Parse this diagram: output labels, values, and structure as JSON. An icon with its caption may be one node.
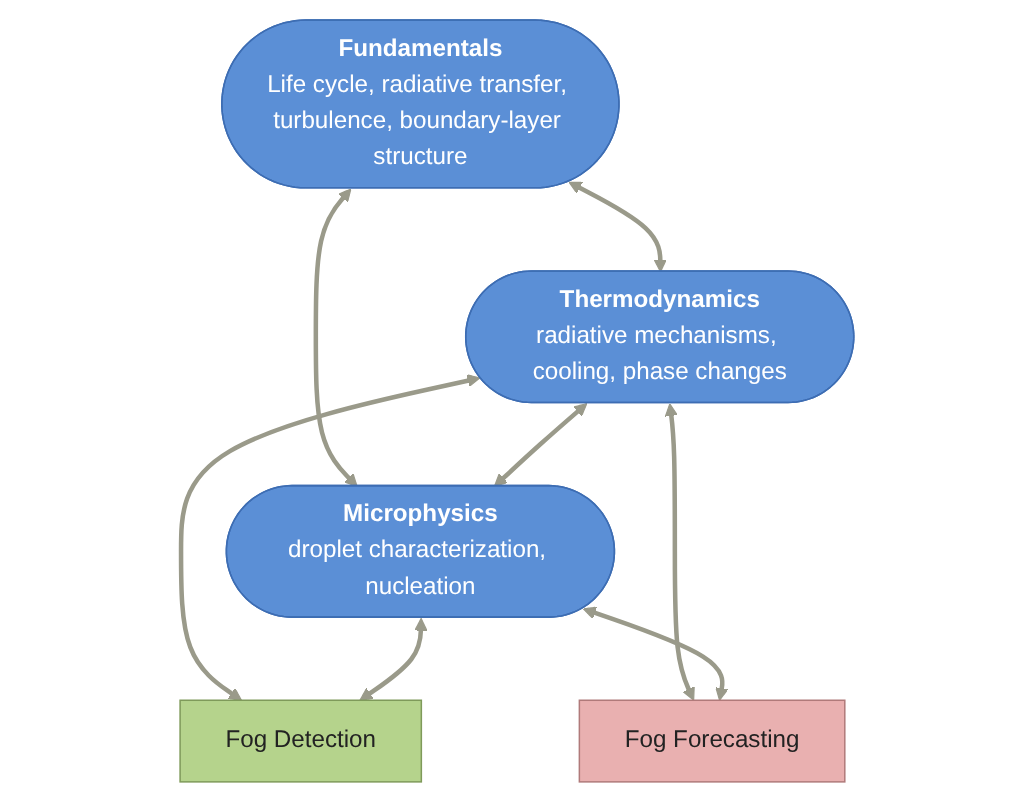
{
  "diagram": {
    "nodes": [
      {
        "text": [
          "Fundamentals",
          "Life cycle, radiative transfer, turbulence, boundary-layer structure"
        ]
      },
      {
        "text": [
          "Thermodynamics",
          "radiative mechanisms, cooling, phase changes"
        ]
      },
      {
        "text": [
          "Microphysics",
          "droplet characterization, nucleation"
        ]
      },
      {
        "text": [
          "Fog Detection"
        ]
      },
      {
        "text": [
          "Fog Forecasting"
        ]
      }
    ],
    "edges": [
      {
        "from": 0,
        "to": 1,
        "arrow": "both"
      },
      {
        "from": 0,
        "to": 2,
        "arrow": "both"
      },
      {
        "from": 1,
        "to": 2,
        "arrow": "both"
      },
      {
        "from": 1,
        "to": 3,
        "arrow": "both"
      },
      {
        "from": 1,
        "to": 4,
        "arrow": "both"
      },
      {
        "from": 2,
        "to": 3,
        "arrow": "both"
      },
      {
        "from": 2,
        "to": 4,
        "arrow": "both"
      }
    ]
  }
}
